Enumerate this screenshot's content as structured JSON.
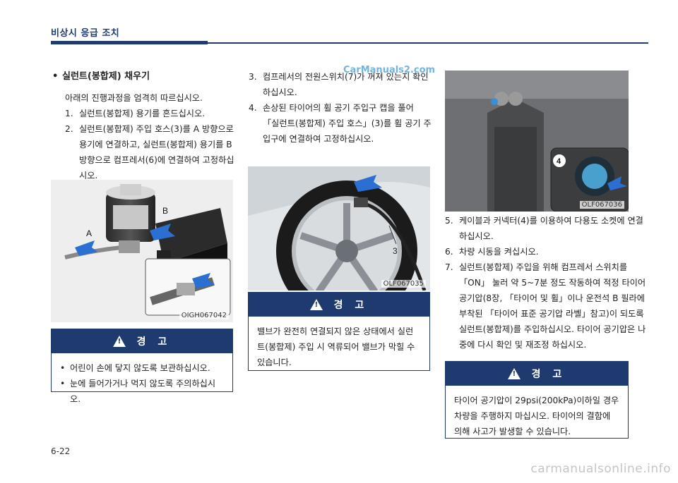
{
  "header": {
    "title": "비상시 응급 조치"
  },
  "col1": {
    "bullet": "•",
    "title": "실런트(봉합제) 채우기",
    "intro": "아래의 진행과정을 엄격히 따르십시오.",
    "steps": [
      {
        "num": "1.",
        "text": "실런트(봉합제) 용기를 흔드십시오."
      },
      {
        "num": "2.",
        "text": "실런트(봉합제) 주입 호스(3)를 A 방향으로 용기에 연결하고, 실런트(봉합제) 용기를 B 방향으로 컴프레서(6)에 연결하여 고정하십시오."
      }
    ]
  },
  "figure1": {
    "code": "OIGH067042",
    "label_a": "A",
    "label_b": "B"
  },
  "warning1": {
    "title": "경  고",
    "items": [
      "어린이 손에 닿지 않도록 보관하십시오.",
      "눈에 들어가거나 먹지 않도록 주의하십시오."
    ]
  },
  "col2": {
    "steps": [
      {
        "num": "3.",
        "text": "컴프레서의 전원스위치(7)가 꺼져 있는지 확인하십시오."
      },
      {
        "num": "4.",
        "text": "손상된 타이어의 휠 공기 주입구 캡을 풀어 「실런트(봉합제) 주입 호스」(3)를 휠 공기 주입구에 연결하여 고정하십시오."
      }
    ]
  },
  "figure2": {
    "code": "OLF067035",
    "label": "3"
  },
  "warning2": {
    "title": "경  고",
    "text": "밸브가 완전히 연결되지 않은 상태에서 실런트(봉합제) 주입 시 역류되어 밸브가 막힐 수 있습니다."
  },
  "figure3": {
    "code": "OLF067036",
    "label": "4"
  },
  "col3": {
    "steps": [
      {
        "num": "5.",
        "text": "케이블과 커넥터(4)를 이용하여 다용도 소켓에 연결하십시오."
      },
      {
        "num": "6.",
        "text": "차량 시동을 켜십시오."
      },
      {
        "num": "7.",
        "text": "실런트(봉합제) 주입을 위해 컴프레서 스위치를 「ON」 눌러 약 5~7분 정도 작동하여 적정 타이어 공기압(8장, 「타이어 및 휠」이나 운전석 B 필라에 부착된 「타이어 표준 공기압 라벨」참고)이 되도록 실런트(봉합제)를 주입하십시오. 타이어 공기압은 나중에 다시 확인 및 재조정 하십시오."
      }
    ]
  },
  "warning3": {
    "title": "경  고",
    "text": "타이어 공기압이 29psi(200kPa)이하일 경우 차량을 주행하지 마십시오. 타이어의 결함에 의해 사고가 발생할 수 있습니다."
  },
  "watermark_top": "CarManuals2.com",
  "watermark_bottom": "carmanualsonline.info",
  "page_number": "6-22",
  "colors": {
    "navy": "#1f3a6e",
    "arrow_blue": "#2a6fd1"
  }
}
